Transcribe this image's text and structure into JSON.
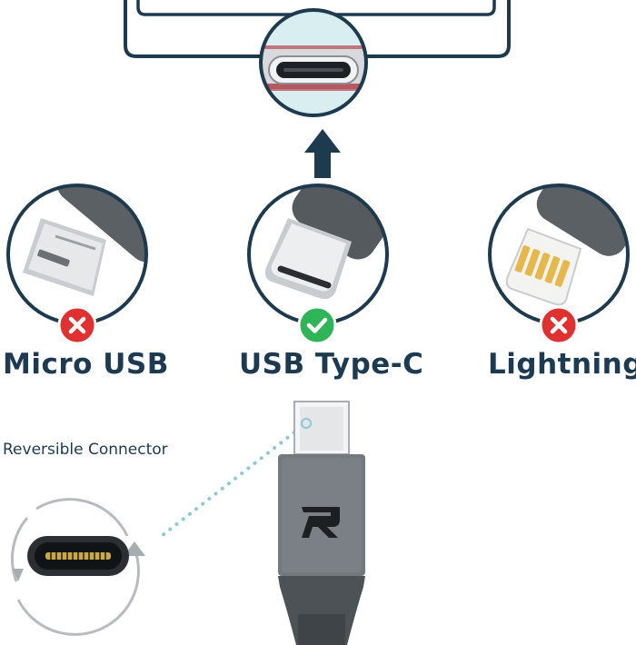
{
  "labels": {
    "micro_usb": "Micro USB",
    "usb_type_c": "USB Type-C",
    "lightning": "Lightning",
    "reversible_connector": "Reversible Connector"
  },
  "compatibility": {
    "micro_usb": "incompatible",
    "usb_type_c": "compatible",
    "lightning": "incompatible"
  },
  "colors": {
    "navy": "#1e3a4f",
    "text": "#1c3a52",
    "success_green": "#2fb557",
    "error_red": "#e03131",
    "port_teal": "#d8eef0",
    "dotted_line": "#8cc9d3",
    "cable_gray": "#73787e",
    "cable_dark": "#4d5257",
    "arrow_gray": "#a8adb1"
  },
  "icons": {
    "arrow": "arrow-up-icon",
    "check": "check-icon",
    "cross": "x-icon",
    "brand": "brand-logo-r"
  }
}
